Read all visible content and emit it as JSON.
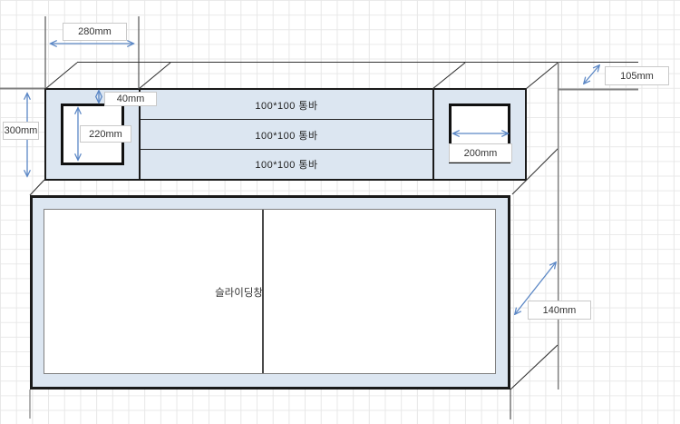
{
  "diagram": {
    "dimensions": {
      "d280": "280mm",
      "d40": "40mm",
      "d220": "220mm",
      "d300": "300mm",
      "d105": "105mm",
      "d200": "200mm",
      "d140": "140mm"
    },
    "crossbars": [
      "100*100 통바",
      "100*100 통바",
      "100*100 통바"
    ],
    "window_label": "슬라이딩창",
    "colors": {
      "panel_fill": "#dce6f1",
      "arrow_blue": "#5b87c5",
      "construction_gray": "#808080",
      "outline_black": "#1a1a1a"
    }
  }
}
